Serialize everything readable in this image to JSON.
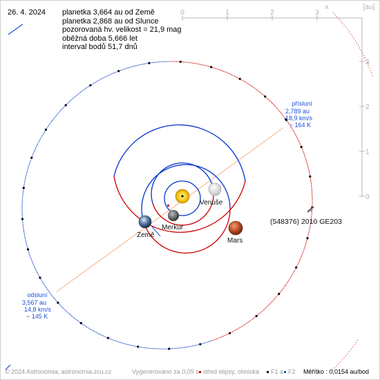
{
  "header": {
    "date": "26. 4. 2024",
    "info_lines": [
      "planetka 3,664 au od Země",
      "planetka 2,868 au od Slunce",
      "pozorovaná hv. velikost = 21,9 mag",
      "oběžná doba 5,666 let",
      "interval bodů 51,7 dnů"
    ]
  },
  "axis": {
    "x_ticks": [
      "0",
      "1",
      "2",
      "3"
    ],
    "x_label": "x",
    "unit_label": "[au]",
    "y_ticks": [
      "3",
      "2",
      "1",
      "0"
    ]
  },
  "perihelion": {
    "title": "přísluní",
    "distance": "2,789 au",
    "speed": "18,9 km/s",
    "temperature": "~ 164 K"
  },
  "aphelion": {
    "title": "odsluní",
    "distance": "3,567 au",
    "speed": "14,8 km/s",
    "temperature": "~ 145 K"
  },
  "labels": {
    "asteroid": "(548376) 2010 GE203",
    "venus": "Venuše",
    "mercury": "Merkur",
    "earth": "Země",
    "mars": "Mars"
  },
  "footer": {
    "copyright": "© 2024 Astronomia, astronomia.zcu.cz",
    "generated": "Vygenerováno za 0,09 s",
    "center_legend": "střed elipsy, ohniska",
    "f1_legend": "F1 a",
    "f2_legend": "F2",
    "scale": "Měřítko : 0,0154 au/bod"
  },
  "colors": {
    "orbit_blue": "#0033cc",
    "orbit_red": "#cc0000",
    "apsis_line": "#f4b08c",
    "label_blue": "#1f4fd6",
    "sun": "#f2c400",
    "mars": "#c0502a"
  }
}
